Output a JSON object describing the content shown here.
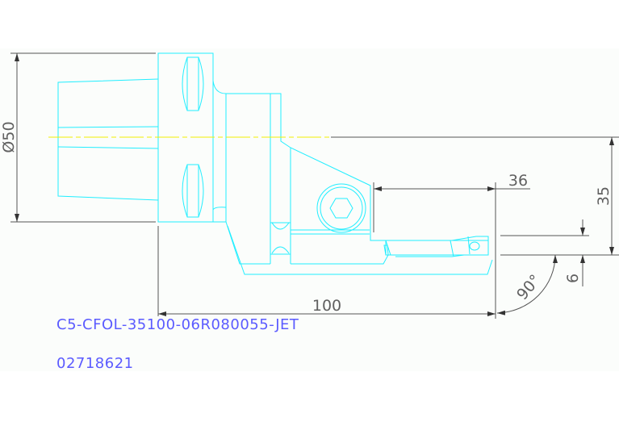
{
  "drawing": {
    "part_number": "C5-CFOL-35100-06R080055-JET",
    "item_code": "02718621",
    "dimensions": {
      "diameter": "Ø50",
      "overall_length": "100",
      "head_length": "36",
      "offset": "35",
      "height": "6",
      "angle": "90°"
    },
    "colors": {
      "outline": "#22eeff",
      "centerline": "#f0f000",
      "dimension": "#555555",
      "text": "#5b5bff"
    }
  }
}
